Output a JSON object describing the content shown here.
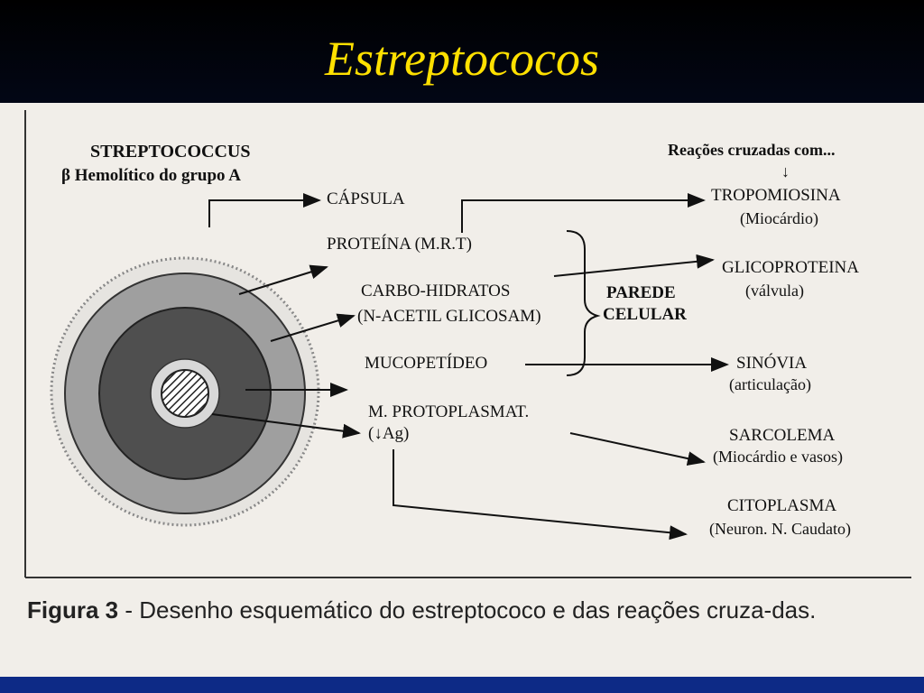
{
  "slide": {
    "title": "Estreptococos"
  },
  "diagram": {
    "organism_name": "STREPTOCOCCUS",
    "organism_type": "β Hemolítico do grupo A",
    "cross_reactions_header": "Reações cruzadas com...",
    "header_arrow": "↓",
    "components": {
      "capsula": "CÁPSULA",
      "proteina": "PROTEÍNA (M.R.T)",
      "carbo1": "CARBO-HIDRATOS",
      "carbo2": "(N-ACETIL GLICOSAM)",
      "mucopeptideo": "MUCOPETÍDEO",
      "protoplasmat": "M. PROTOPLASMAT.",
      "ag": "(↓Ag)"
    },
    "cell_wall": {
      "line1": "PAREDE",
      "line2": "CELULAR"
    },
    "targets": {
      "tropomiosina": "TROPOMIOSINA",
      "miocardio": "(Miocárdio)",
      "glicoproteina": "GLICOPROTEINA",
      "valvula": "(válvula)",
      "sinovia": "SINÓVIA",
      "articulacao": "(articulação)",
      "sarcolema": "SARCOLEMA",
      "miocardio_vasos": "(Miocárdio e vasos)",
      "citoplasma": "CITOPLASMA",
      "neuron": "(Neuron. N. Caudato)"
    }
  },
  "caption": {
    "label": "Figura 3",
    "text": " - Desenho esquemático do estreptococo e das reações cruza-das."
  },
  "colors": {
    "title": "#ffe000",
    "background": "#0a1a4a",
    "paper": "#f1eee9",
    "ink": "#111111"
  }
}
